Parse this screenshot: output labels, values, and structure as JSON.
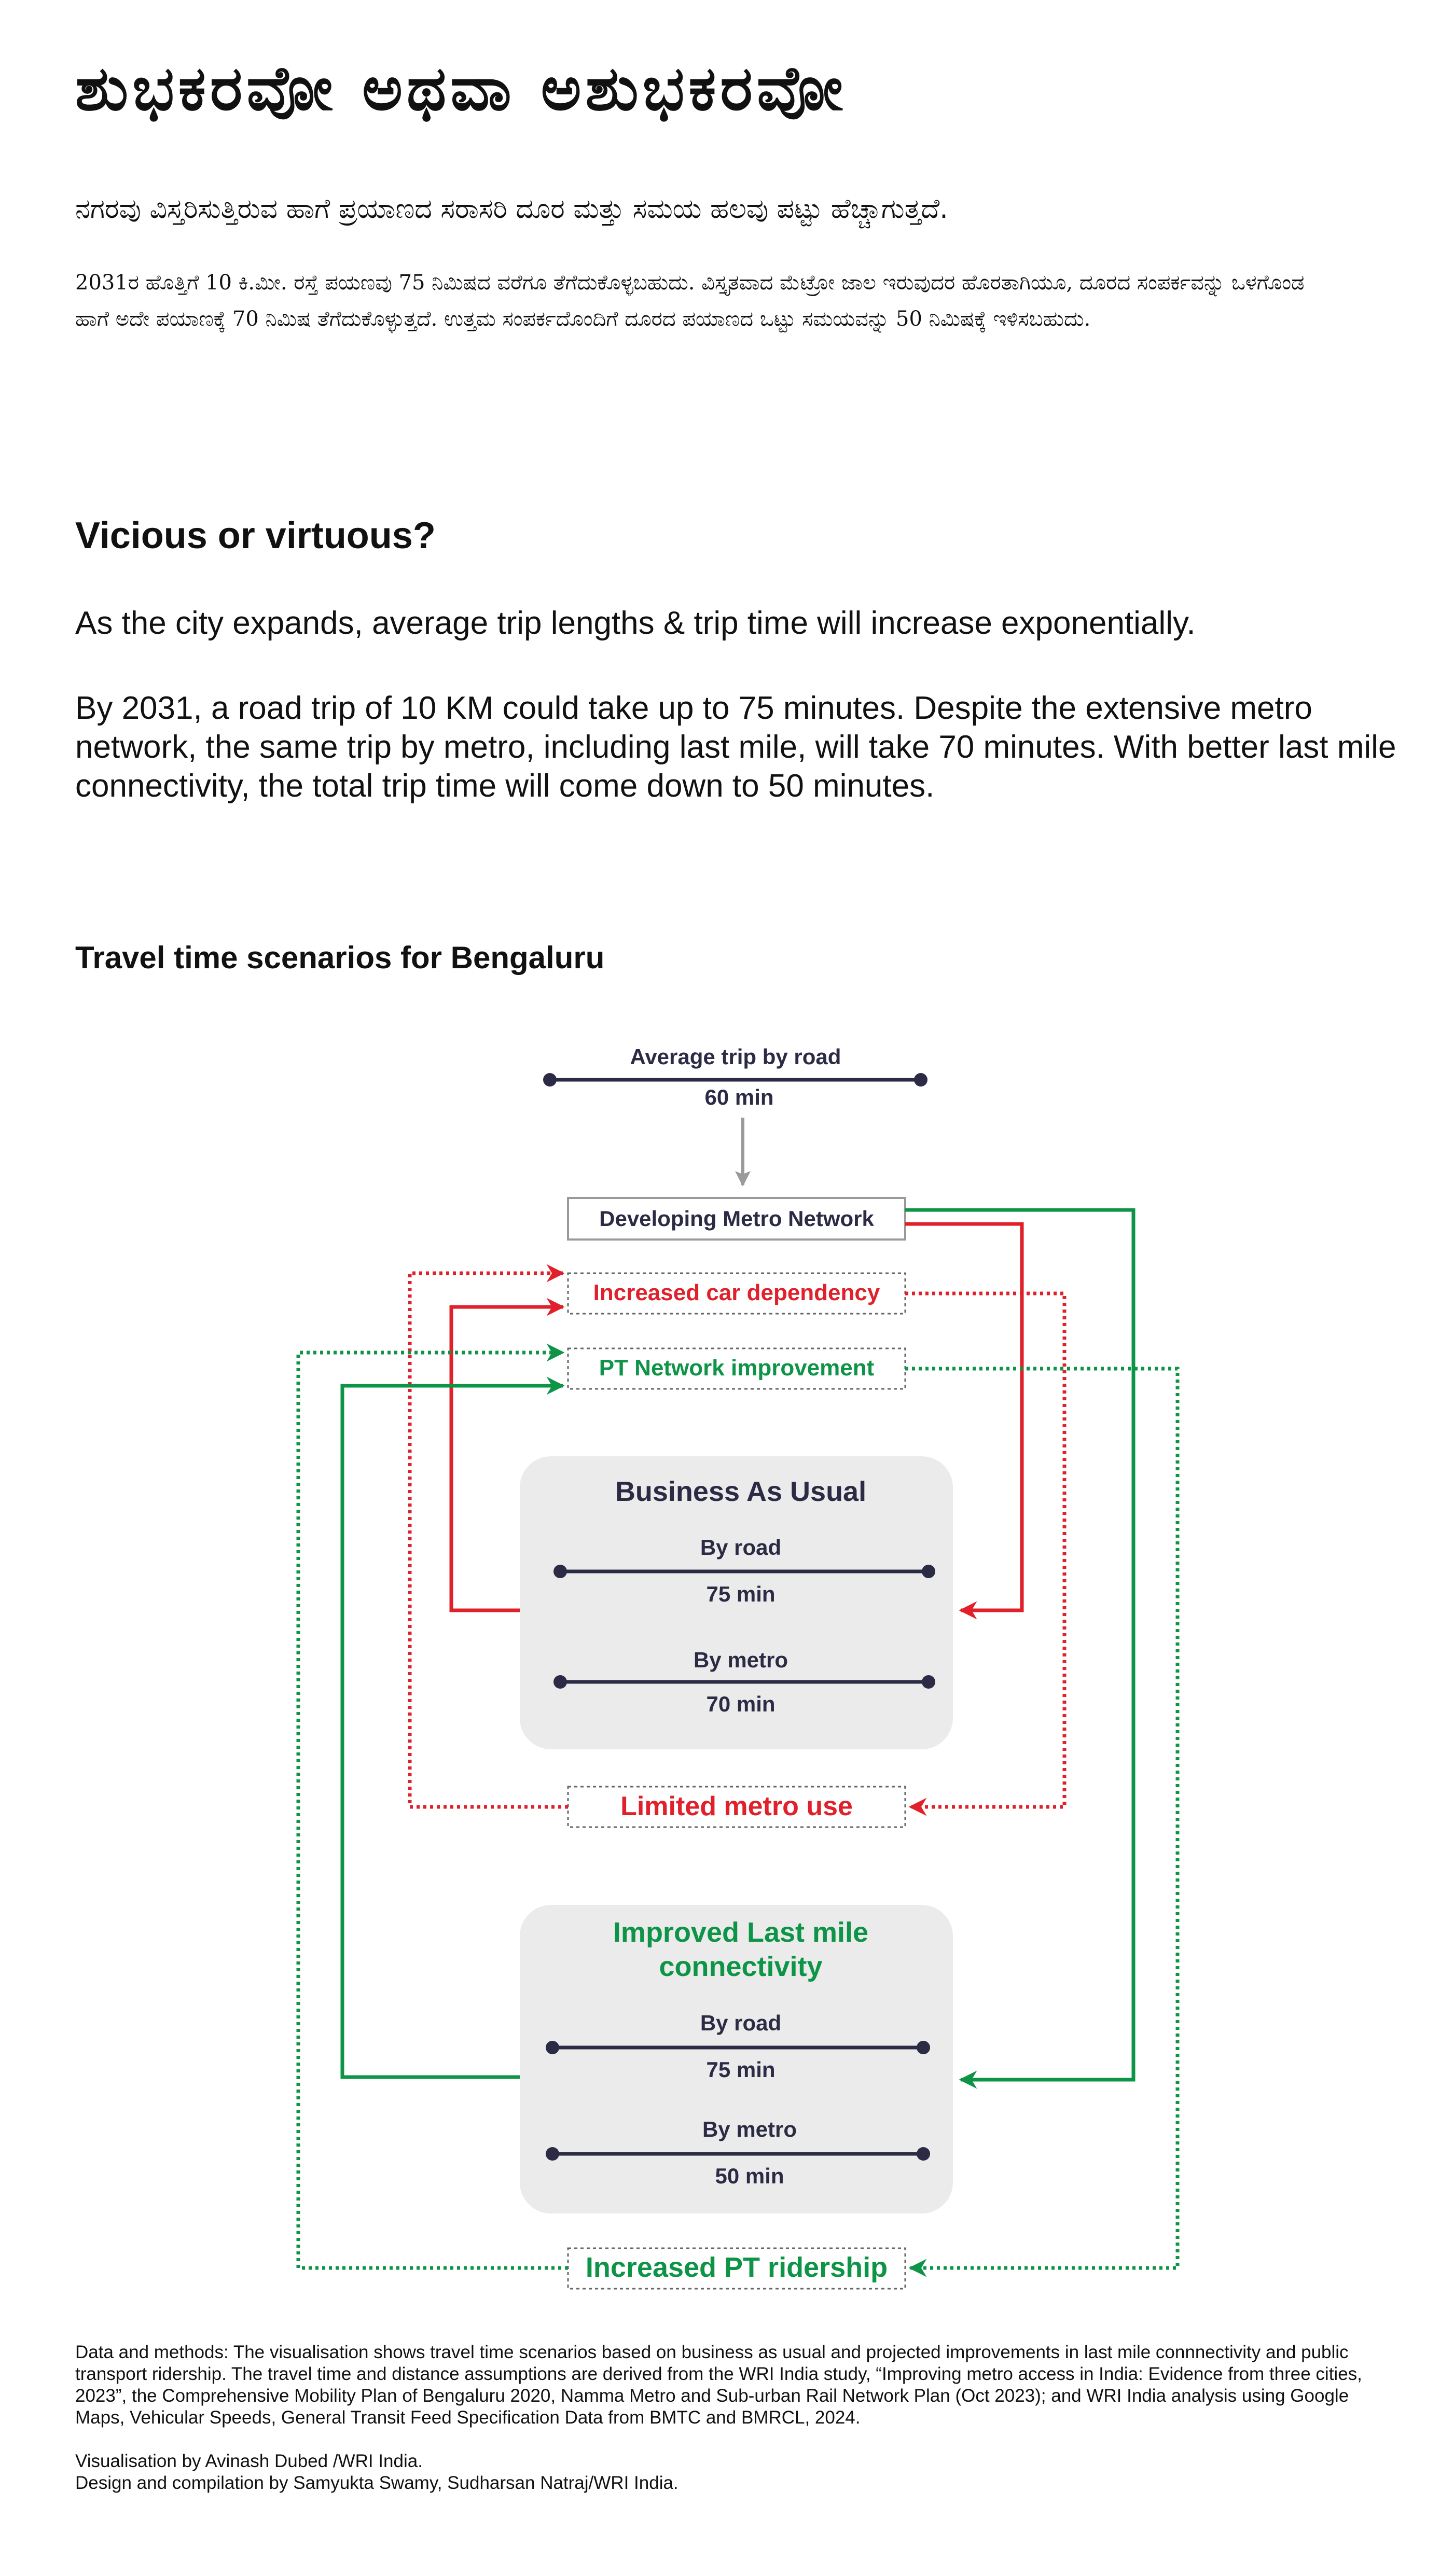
{
  "kannada": {
    "title": "ಶುಭಕರವೋ ಅಥವಾ ಅಶುಭಕರವೋ",
    "subtitle": "ನಗರವು ವಿಸ್ತರಿಸುತ್ತಿರುವ ಹಾಗೆ ಪ್ರಯಾಣದ ಸರಾಸರಿ ದೂರ ಮತ್ತು ಸಮಯ ಹಲವು ಪಟ್ಟು ಹೆಚ್ಚಾಗುತ್ತದೆ.",
    "body": "2031ರ ಹೊತ್ತಿಗೆ 10 ಕಿ.ಮೀ. ರಸ್ತೆ ಪಯಣವು 75 ನಿಮಿಷದ ವರೆಗೂ ತೆಗೆದುಕೊಳ್ಳಬಹುದು. ವಿಸ್ತೃತವಾದ ಮೆಟ್ರೋ ಜಾಲ ಇರುವುದರ ಹೊರತಾಗಿಯೂ, ದೂರದ ಸಂಪರ್ಕವನ್ನು ಒಳಗೊಂಡ ಹಾಗೆ ಅದೇ ಪಯಾಣಕ್ಕೆ 70 ನಿಮಿಷ ತೆಗೆದುಕೊಳ್ಳುತ್ತದೆ. ಉತ್ತಮ ಸಂಪರ್ಕದೊಂದಿಗೆ ದೂರದ ಪಯಾಣದ ಒಟ್ಟು ಸಮಯವನ್ನು 50 ನಿಮಿಷಕ್ಕೆ ಇಳಿಸಬಹುದು."
  },
  "english": {
    "title": "Vicious or virtuous?",
    "subtitle": "As the city expands, average trip lengths & trip time will increase exponentially.",
    "body": "By 2031, a road trip of 10 KM could take up to 75 minutes. Despite the extensive metro network, the same trip by metro, including last mile, will take 70 minutes. With better last mile connectivity, the total trip time will come down to 50 minutes."
  },
  "chart": {
    "title": "Travel time scenarios for Bengaluru",
    "avg_trip": {
      "label": "Average trip by road",
      "time": "60 min"
    },
    "developing": "Developing Metro Network",
    "car_dependency": "Increased car dependency",
    "pt_improvement": "PT Network improvement",
    "bau": {
      "title": "Business As Usual",
      "road_label": "By road",
      "road_time": "75 min",
      "metro_label": "By metro",
      "metro_time": "70 min"
    },
    "limited_metro": "Limited metro use",
    "improved": {
      "title_line1": "Improved Last mile",
      "title_line2": "connectivity",
      "road_label": "By road",
      "road_time": "75 min",
      "metro_label": "By metro",
      "metro_time": "50 min"
    },
    "pt_ridership": "Increased PT ridership",
    "colors": {
      "red": "#e0202a",
      "green": "#0e9447",
      "navy": "#2b2b45",
      "gray": "#9a9a9a",
      "panel": "#ebebeb"
    }
  },
  "footer": {
    "methods": "Data and methods: The visualisation shows travel time scenarios based on business as usual and projected improvements in last mile connnectivity and public transport ridership. The travel time and distance assumptions are derived from the WRI India study, “Improving metro access in India: Evidence from three cities, 2023”, the Comprehensive Mobility Plan of Bengaluru 2020, Namma Metro and Sub-urban Rail Network Plan (Oct 2023); and WRI India analysis using Google Maps, Vehicular Speeds, General Transit Feed Specification Data from BMTC and BMRCL, 2024.",
    "credit1": "Visualisation by Avinash Dubed /WRI India.",
    "credit2": "Design and compilation by Samyukta Swamy, Sudharsan Natraj/WRI India."
  }
}
